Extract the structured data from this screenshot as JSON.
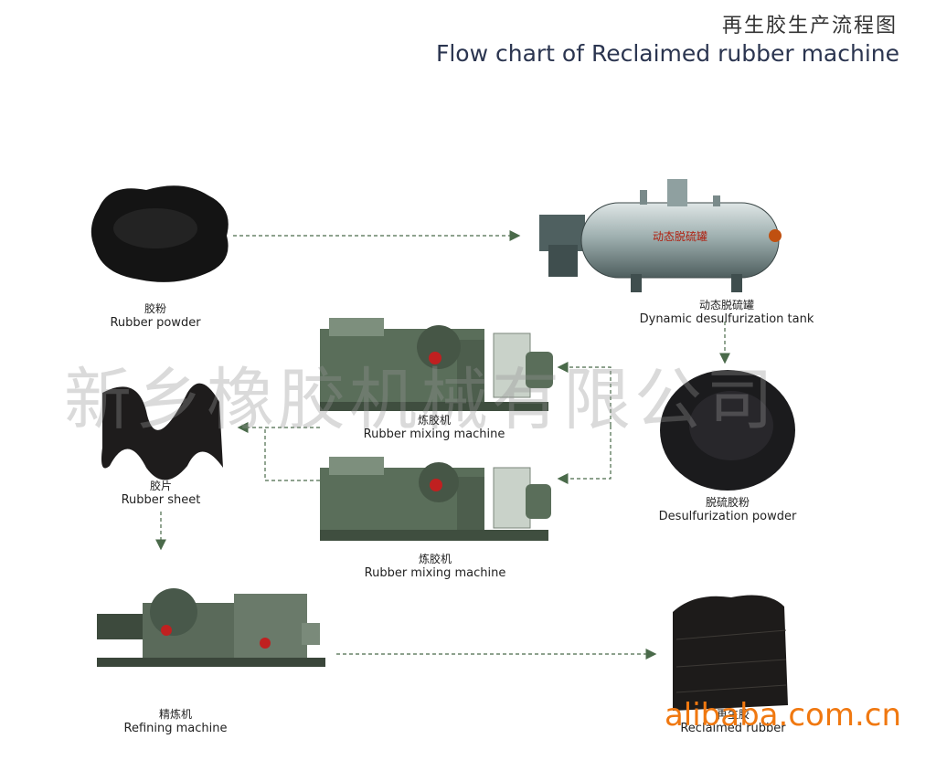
{
  "title": {
    "cn": "再生胶生产流程图",
    "en": "Flow chart of Reclaimed rubber machine"
  },
  "nodes": {
    "rubber_powder": {
      "cn": "胶粉",
      "en": "Rubber powder"
    },
    "desulf_tank": {
      "cn": "动态脱硫罐",
      "en": "Dynamic desulfurization tank"
    },
    "mixing_1": {
      "cn": "炼胶机",
      "en": "Rubber mixing machine"
    },
    "mixing_2": {
      "cn": "炼胶机",
      "en": "Rubber mixing machine"
    },
    "desulf_powder": {
      "cn": "脱硫胶粉",
      "en": "Desulfurization powder"
    },
    "rubber_sheet": {
      "cn": "胶片",
      "en": "Rubber sheet"
    },
    "refining": {
      "cn": "精炼机",
      "en": "Refining machine"
    },
    "reclaimed": {
      "cn": "再生胶",
      "en": "Reclaimed rubber"
    }
  },
  "tank_marking": "动态脱硫罐",
  "watermark": "新乡橡胶机械有限公司",
  "brand": "alibaba.com.cn",
  "colors": {
    "arrow": "#4a6a4a",
    "machine": "#5a6e5a",
    "watermark": "#969696",
    "brand": "#f07810"
  }
}
